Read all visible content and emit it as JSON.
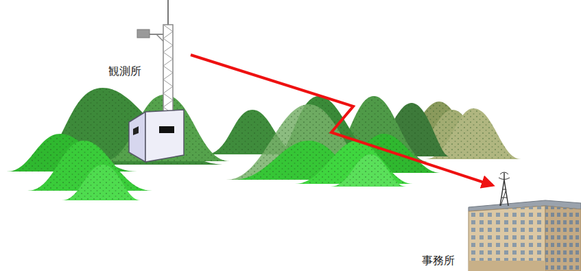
{
  "diagram": {
    "nodes": [
      {
        "text": [
          "観測所"
        ]
      },
      {
        "text": [
          "事務所"
        ]
      }
    ],
    "edges": [
      {
        "from": 0,
        "to": 1,
        "arrow": "to"
      }
    ]
  }
}
